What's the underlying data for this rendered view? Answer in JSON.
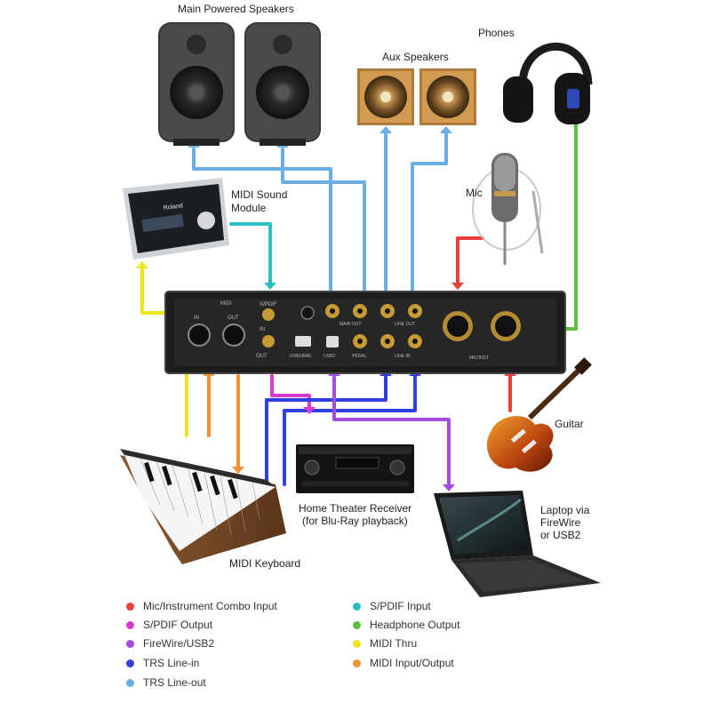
{
  "labels": {
    "main_speakers": "Main Powered Speakers",
    "aux_speakers": "Aux Speakers",
    "phones": "Phones",
    "midi_module_line1": "MIDI Sound",
    "midi_module_line2": "Module",
    "mic": "Mic",
    "guitar": "Guitar",
    "receiver_line1": "Home Theater Receiver",
    "receiver_line2": "(for Blu-Ray playback)",
    "laptop_line1": "Laptop via",
    "laptop_line2": "FireWire",
    "laptop_line3": "or USB2",
    "keyboard": "MIDI Keyboard"
  },
  "device_text": {
    "module_brand": "Roland",
    "iface_midi": "MIDI",
    "iface_in": "IN",
    "iface_out": "OUT",
    "iface_spdif": "S/PDIF",
    "iface_spdif_in": "IN",
    "iface_spdif_out": "OUT",
    "iface_firewire": "FIREWIRE",
    "iface_usb": "USB2",
    "iface_main_out": "MAIN OUT",
    "iface_line_out": "LINE OUT",
    "iface_pedal": "PEDAL",
    "iface_line_in": "LINE IN",
    "iface_micinst": "MIC/INST"
  },
  "legend": [
    {
      "label": "Mic/Instrument Combo Input",
      "color": "#e8403a"
    },
    {
      "label": "S/PDIF Output",
      "color": "#d63bd0"
    },
    {
      "label": "FireWire/USB2",
      "color": "#a24ee0"
    },
    {
      "label": "TRS Line-in",
      "color": "#2f3fe0"
    },
    {
      "label": "TRS Line-out",
      "color": "#6aaee8"
    },
    {
      "label": "S/PDIF Input",
      "color": "#2bbfc4"
    },
    {
      "label": "Headphone Output",
      "color": "#5cbf3d"
    },
    {
      "label": "MIDI Thru",
      "color": "#ece51f"
    },
    {
      "label": "MIDI Input/Output",
      "color": "#f09235"
    }
  ]
}
